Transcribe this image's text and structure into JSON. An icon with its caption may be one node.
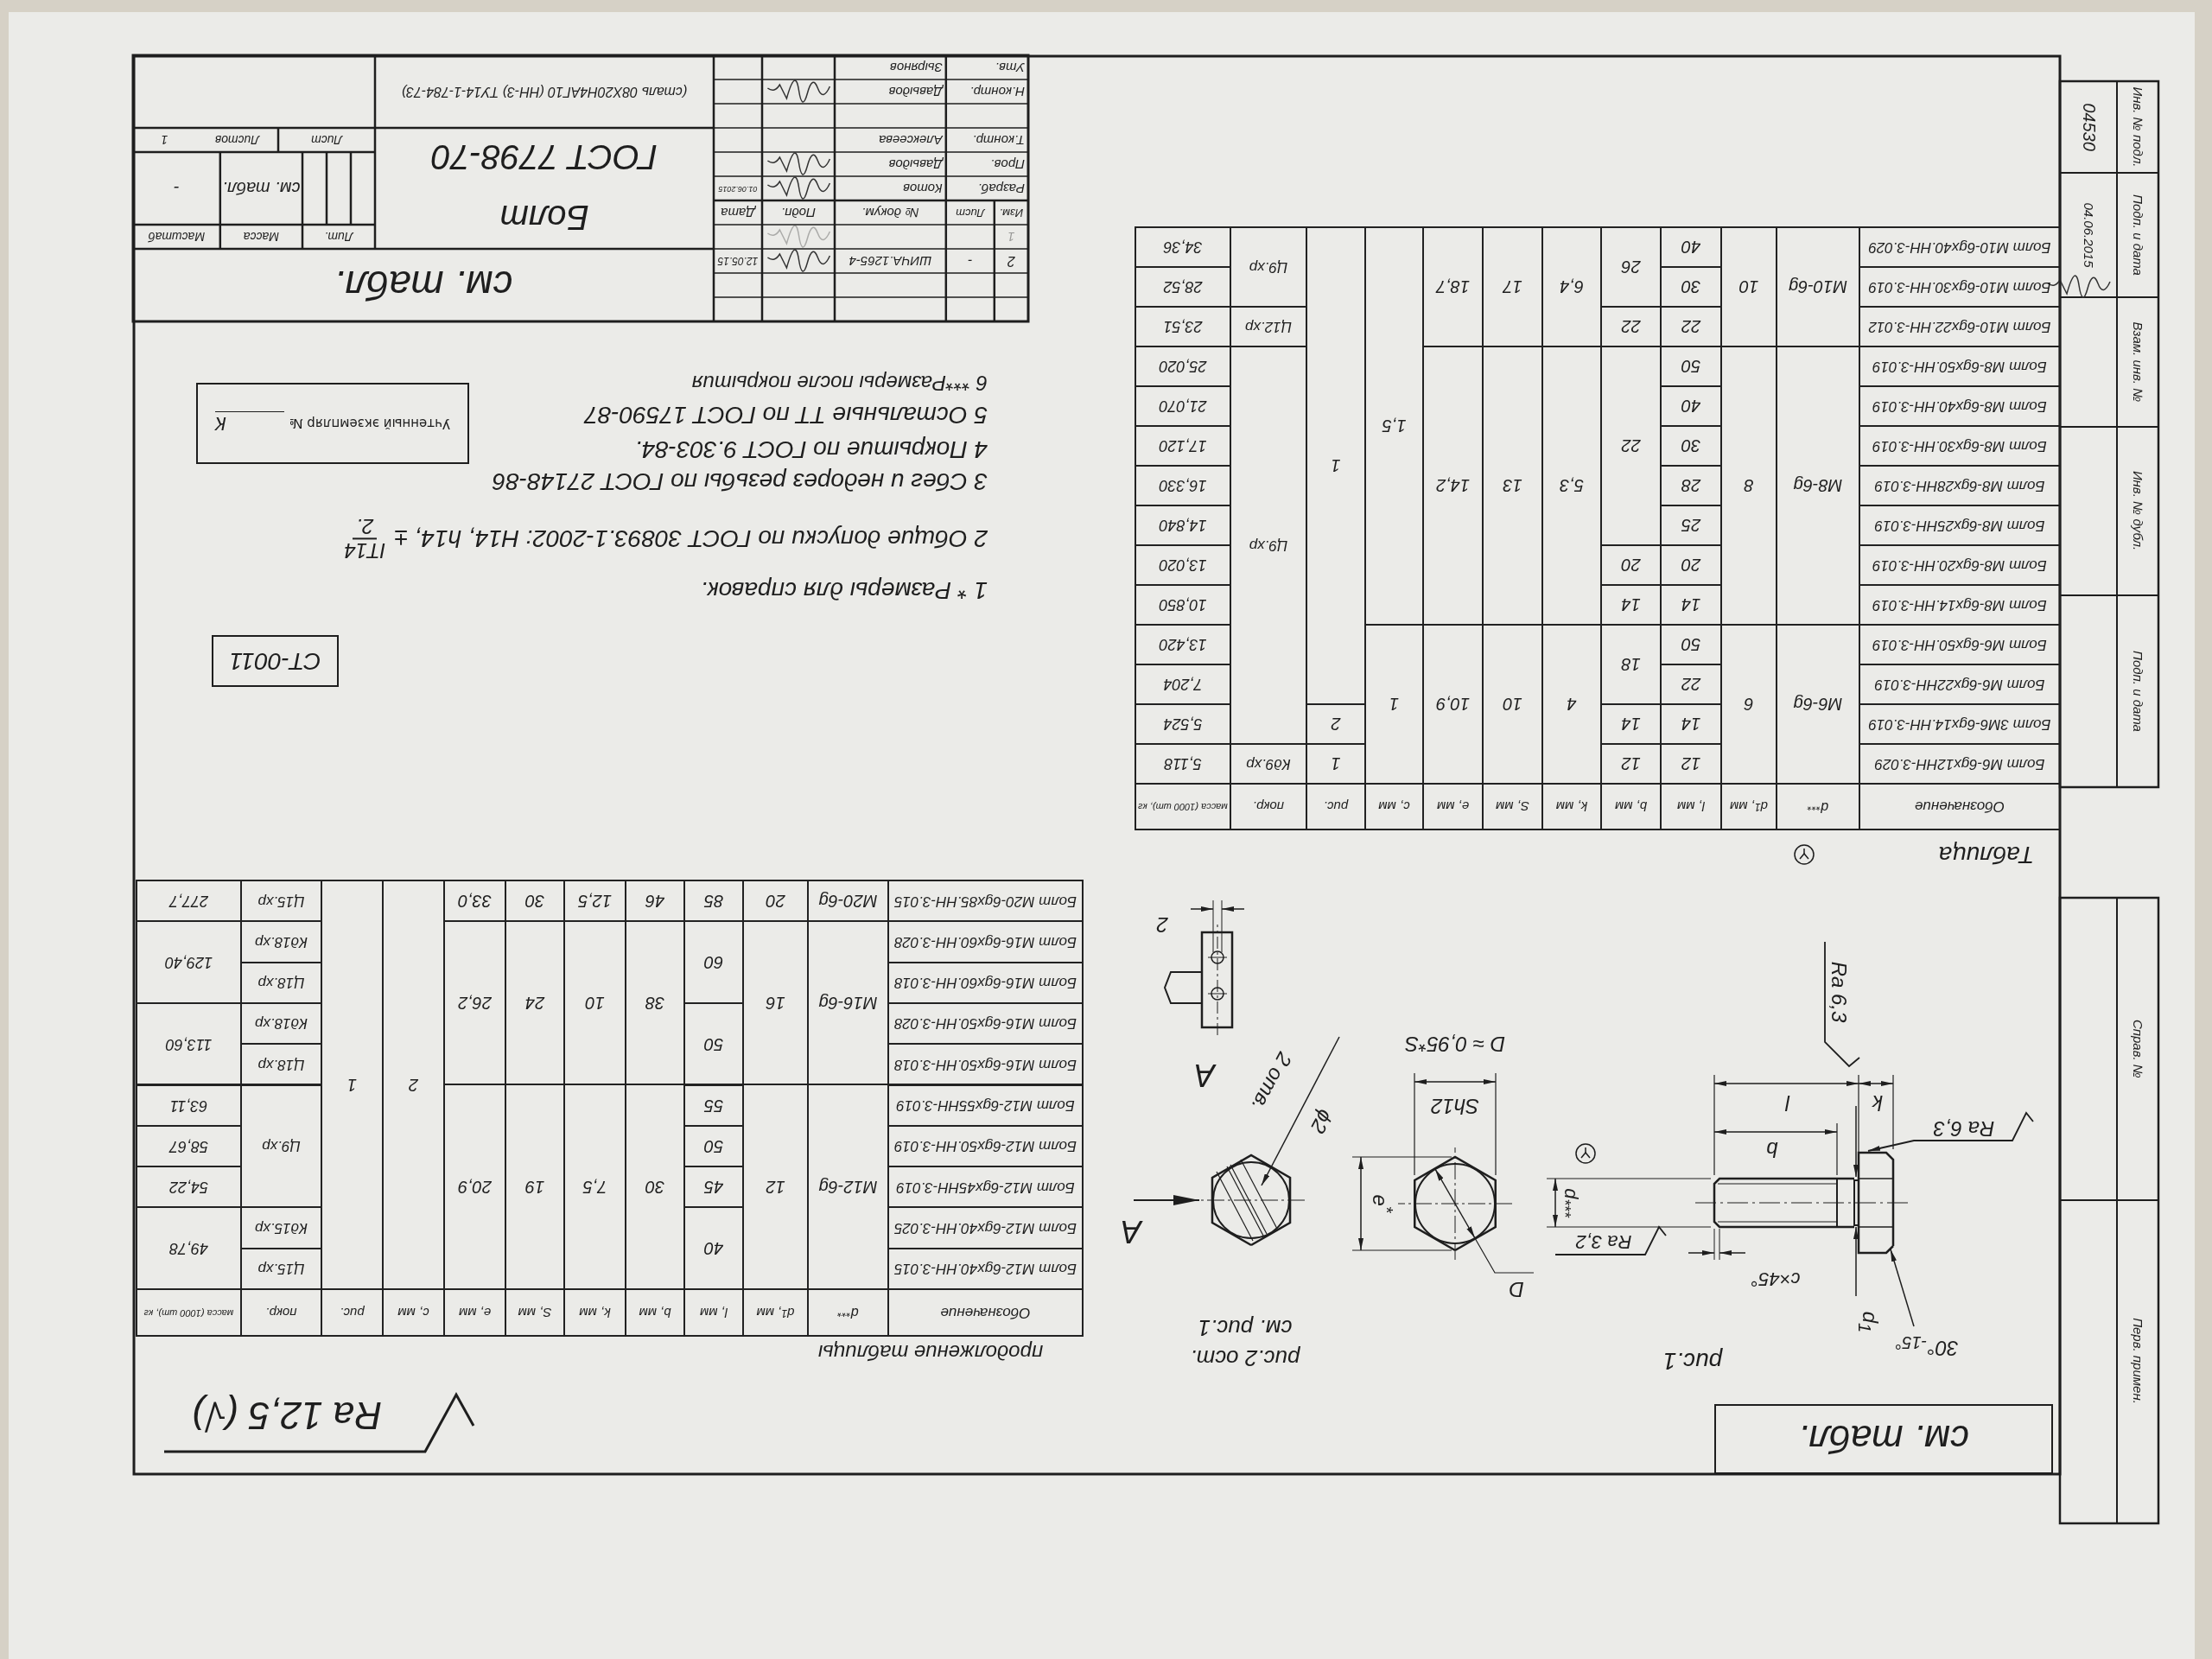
{
  "diagram": {
    "nodes": [
      {
        "text": [
          "см. табл."
        ]
      },
      {
        "text": [
          "СТ-0011"
        ]
      },
      {
        "text": [
          "Учтенный экземпляр №",
          "К"
        ]
      }
    ],
    "labels": [
      "рис.1",
      "30°$_{-15°}$",
      "d$_{1}$",
      "c×45°",
      "Ra 3,2",
      "d$_{***}$",
      "b",
      "l",
      "k",
      "Ra 6,3",
      "Ra 6,3",
      "D",
      "Sh12",
      "D ≈ 0,95*S",
      "e$^{*}$",
      "рис.2 ост.",
      "см. рис.1",
      "А",
      "А",
      "ϕ2",
      "2 отв.",
      "2",
      "Таблица",
      "Обозначение",
      "d$_{***}$",
      "d$_{1}$, мм",
      "l, мм",
      "b, мм",
      "k, мм",
      "S, мм",
      "e, мм",
      "c, мм",
      "рис.",
      "покр.",
      "масса (1000 шт), кг",
      "Болт М6-6gx12НН-3.029",
      "М6-6g",
      "6",
      "12",
      "12",
      "4",
      "10",
      "10,9",
      "1",
      "1",
      "Кд9.хр",
      "5,118",
      "Болт 3М6-6gx14.НН-3.019",
      "14",
      "14",
      "2",
      "Ц9.хр",
      "5,524",
      "Болт М6-6gx22НН-3.019",
      "22",
      "18",
      "1",
      "7,204",
      "Болт М6-6gx50.НН-3.019",
      "50",
      "13,420",
      "Болт М8-6gx14.НН-3.019",
      "М8-6g",
      "8",
      "14",
      "14",
      "5,3",
      "13",
      "14,2",
      "1,5",
      "10,850",
      "Болт М8-6gx20.НН-3.019",
      "20",
      "20",
      "13,020",
      "Болт М8-6gx25НН-3.019",
      "25",
      "22",
      "14,840",
      "Болт М8-6gx28НН-3.019",
      "28",
      "16,330",
      "Болт М8-6gx30.НН-3.019",
      "30",
      "17,120",
      "Болт М8-6gx40.НН-3.019",
      "40",
      "21,070",
      "Болт М8-6gx50.НН-3.019",
      "50",
      "25,020",
      "Болт М10-6gx22.НН-3.012",
      "М10-6g",
      "10",
      "22",
      "22",
      "6,4",
      "17",
      "18,7",
      "Ц12.хр",
      "23,51",
      "Болт М10-6gx30.НН-3.019",
      "30",
      "26",
      "Ц9.хр",
      "28,52",
      "Болт М10-6gx40.НН-3.029",
      "40",
      "34,36",
      "продолжение таблицы",
      "Обозначение",
      "d$_{***}$",
      "d$_{1}$, мм",
      "l, мм",
      "b, мм",
      "k, мм",
      "S, мм",
      "e, мм",
      "c, мм",
      "рис.",
      "покр.",
      "масса (1000 шт), кг",
      "Болт М12-6gx40.НН-3.015",
      "М12-6g",
      "12",
      "40",
      "30",
      "7,5",
      "19",
      "20,9",
      "2",
      "1",
      "Ц15.хр",
      "49,78",
      "Болт М12-6gx40.НН-3.025",
      "Кд15.хр",
      "Болт М12-6gx45НН-3.019",
      "45",
      "Ц9.хр",
      "54,22",
      "Болт М12-6gx50.НН-3.019",
      "50",
      "58,67",
      "Болт М12-6gx55НН-3.019",
      "55",
      "63,11",
      "Болт М16-6gx50.НН-3.018",
      "М16-6g",
      "16",
      "50",
      "38",
      "10",
      "24",
      "26,2",
      "Ц18.хр",
      "113,60",
      "Болт М16-6gx50.НН-3.028",
      "Кд18.хр",
      "Болт М16-6gx60.НН-3.018",
      "60",
      "Ц18.хр",
      "129,40",
      "Болт М16-6gx60.НН-3.028",
      "Кд18.хр",
      "Болт М20-6gx85.НН-3.015",
      "М20-6g",
      "20",
      "85",
      "46",
      "12,5",
      "30",
      "33,0",
      "Ц15.хр",
      "277,7",
      "1 * Размеры для справок.",
      "2 Общие допуски по ГОСТ 30893.1-2002: H14, h14, ±",
      "IT14",
      "2.",
      "3 Сбег и недорез резьбы по ГОСТ 27148-86",
      "4 Покрытие по ГОСТ 9.303-84.",
      "5 Остальные ТТ по ГОСТ 17590-87",
      "6 ***Размеры после покрытия",
      "Ra 12,5 (√)",
      "2",
      "-",
      "ШИЧА.1265-4",
      "12.05.15",
      "1",
      "Изм.",
      "Лист",
      "№ докум.",
      "Подп.",
      "Дата",
      "Разраб.",
      "Котов",
      "01.06.2015",
      "Пров.",
      "Давыдов",
      "Т.контр.",
      "Алексеева",
      "Н.контр.",
      "Давыдов",
      "Утв.",
      "Зырянов",
      "см. табл.",
      "Болт",
      "ГОСТ 7798-70",
      "(сталь 08Х20Н4АГ10 (НН-3) ТУ14-1-784-73)",
      "Лит.",
      "Масса",
      "Масштаб",
      "см. табл.",
      "-",
      "Лист",
      "Листов",
      "1",
      "Перв. примен.",
      "Справ. №",
      "Подп. и дата",
      "Инв. № дубл.",
      "Взам. инв. №",
      "Подп. и дата",
      "04.06.2015",
      "Инв. № подл.",
      "04530"
    ]
  }
}
